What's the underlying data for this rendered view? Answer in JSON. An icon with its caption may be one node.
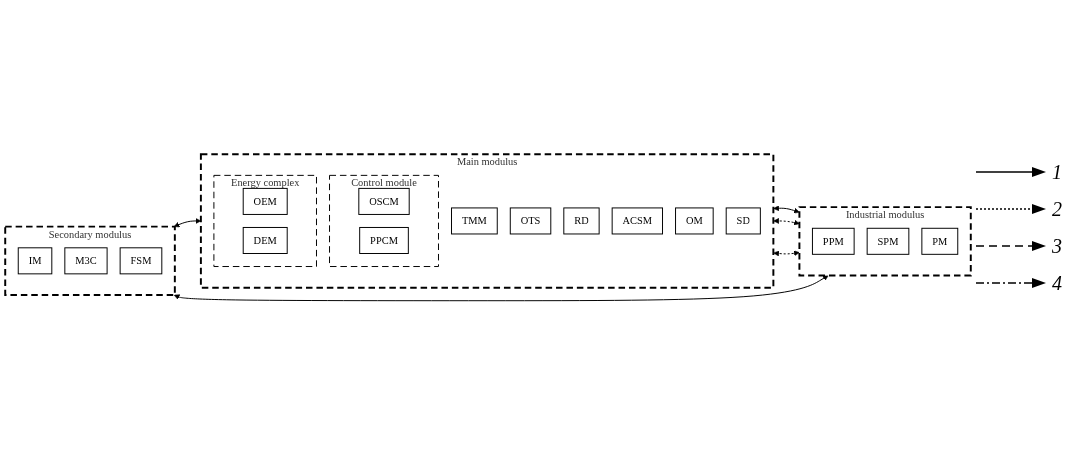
{
  "diagram": {
    "nodes": [
      {
        "text": [
          "Main modulus"
        ]
      },
      {
        "text": [
          "Control module"
        ],
        "in": 0
      },
      {
        "text": [
          "OSCM"
        ],
        "in": 1
      },
      {
        "text": [
          "PPCM"
        ],
        "in": 1
      },
      {
        "text": [
          "Energy complex"
        ],
        "in": 0
      },
      {
        "text": [
          "OEM"
        ],
        "in": 4
      },
      {
        "text": [
          "DEM"
        ],
        "in": 4
      },
      {
        "text": [
          "TMM"
        ],
        "in": 0
      },
      {
        "text": [
          "OTS"
        ],
        "in": 0
      },
      {
        "text": [
          "RD"
        ],
        "in": 0
      },
      {
        "text": [
          "ACSM"
        ],
        "in": 0
      },
      {
        "text": [
          "OM"
        ],
        "in": 0
      },
      {
        "text": [
          "SD"
        ],
        "in": 0
      },
      {
        "text": [
          "Secondary modulus"
        ]
      },
      {
        "text": [
          "IM"
        ],
        "in": 13
      },
      {
        "text": [
          "M3C"
        ],
        "in": 13
      },
      {
        "text": [
          "FSM"
        ],
        "in": 13
      },
      {
        "text": [
          "Industrial modulus"
        ]
      },
      {
        "text": [
          "PPM"
        ],
        "in": 17
      },
      {
        "text": [
          "SPM"
        ],
        "in": 17
      },
      {
        "text": [
          "PM"
        ],
        "in": 17
      }
    ],
    "edges": [
      {
        "from": 13,
        "to": 0,
        "arrow": "both"
      },
      {
        "from": 0,
        "to": 17,
        "arrow": "both"
      },
      {
        "from": 0,
        "to": 17,
        "arrow": "both",
        "style": "dashed"
      },
      {
        "from": 0,
        "to": 17,
        "arrow": "both",
        "style": "dashed"
      },
      {
        "from": 13,
        "to": 17,
        "arrow": "both"
      }
    ],
    "legend": [
      {
        "text": "1"
      },
      {
        "text": "2"
      },
      {
        "text": "3"
      },
      {
        "text": "4"
      }
    ]
  }
}
